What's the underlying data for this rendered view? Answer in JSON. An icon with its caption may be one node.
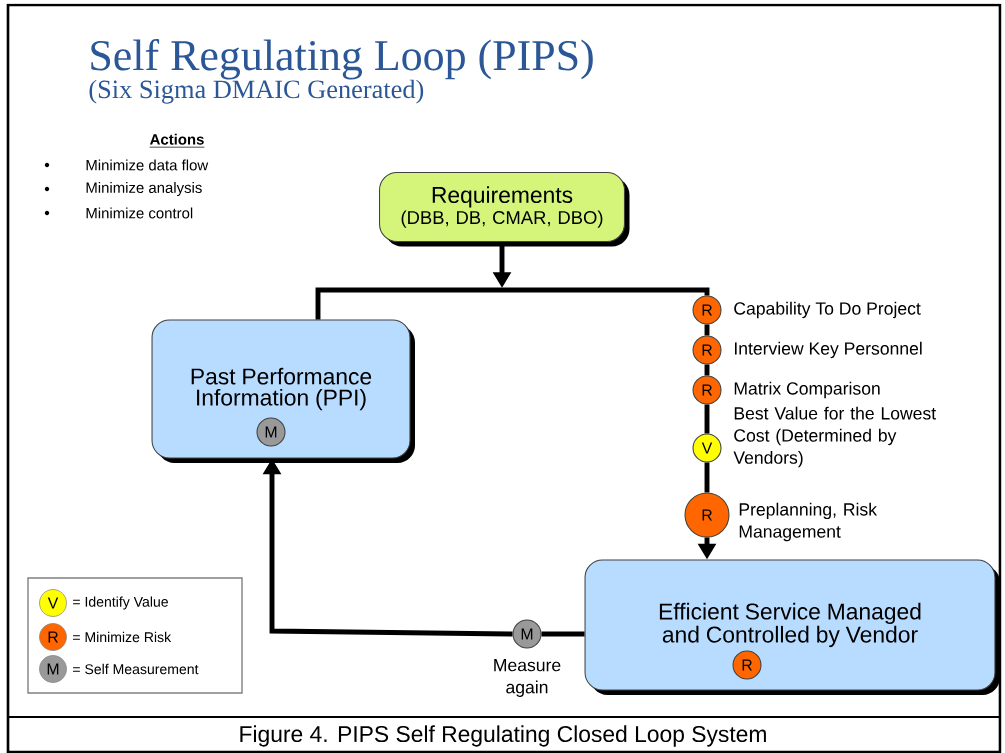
{
  "diagram": {
    "title": "Self Regulating Loop (PIPS)",
    "caption": "Figure 4. PIPS Self Regulating Closed Loop System",
    "nodes": [
      {
        "text": [
          "Requirements",
          "(DBB, DB, CMAR, DBO)"
        ]
      },
      {
        "text": [
          "Past Performance Information (PPI)"
        ]
      },
      {
        "text": [
          "M"
        ],
        "in": 1
      },
      {
        "text": [
          "R"
        ],
        "beside": [
          "Capability To Do Project"
        ]
      },
      {
        "text": [
          "R"
        ],
        "beside": [
          "Interview Key Personnel"
        ]
      },
      {
        "text": [
          "R"
        ],
        "beside": [
          "Matrix Comparison"
        ]
      },
      {
        "text": [
          "V"
        ],
        "beside": [
          "Best Value for the Lowest Cost (Determined by Vendors)"
        ]
      },
      {
        "text": [
          "R"
        ],
        "beside": [
          "Preplanning, Risk Management"
        ]
      },
      {
        "text": [
          "Efficient Service Managed and Controlled by Vendor"
        ]
      },
      {
        "text": [
          "R"
        ],
        "in": 8
      },
      {
        "text": [
          "M"
        ],
        "beside": [
          "Measure again"
        ]
      }
    ],
    "edges": [
      {
        "from": 0,
        "to": null,
        "arrow": "to"
      },
      {
        "from": 1,
        "to": 3,
        "arrow": "none"
      },
      {
        "from": 3,
        "to": 4,
        "arrow": "none"
      },
      {
        "from": 4,
        "to": 5,
        "arrow": "none"
      },
      {
        "from": 5,
        "to": 6,
        "arrow": "none"
      },
      {
        "from": 6,
        "to": 7,
        "arrow": "none"
      },
      {
        "from": 7,
        "to": 8,
        "arrow": "to"
      },
      {
        "from": 8,
        "to": 10,
        "arrow": "none"
      },
      {
        "from": 10,
        "to": 1,
        "arrow": "to"
      }
    ],
    "labels": [
      "(Six Sigma DMAIC Generated)",
      "Actions",
      "Minimize data flow",
      "Minimize analysis",
      "Minimize control",
      "V",
      "R",
      "M"
    ],
    "legend": [
      {
        "text": "= Identify Value",
        "color": "#ffff00"
      },
      {
        "text": "= Minimize Risk",
        "color": "#ff6600"
      },
      {
        "text": "= Self Measurement",
        "color": "#999999"
      }
    ]
  }
}
